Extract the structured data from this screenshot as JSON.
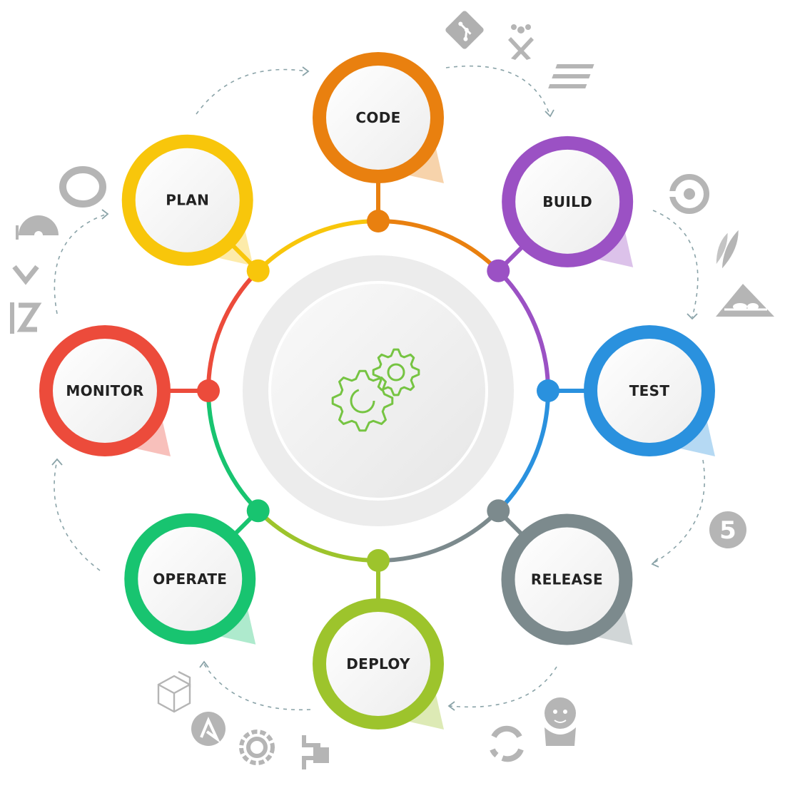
{
  "stages": [
    {
      "id": "code",
      "label": "CODE",
      "color": "#E9800F"
    },
    {
      "id": "build",
      "label": "BUILD",
      "color": "#9B51C4"
    },
    {
      "id": "test",
      "label": "TEST",
      "color": "#2A91DE"
    },
    {
      "id": "release",
      "label": "RELEASE",
      "color": "#7C8A8D"
    },
    {
      "id": "deploy",
      "label": "DEPLOY",
      "color": "#9DC42C"
    },
    {
      "id": "operate",
      "label": "OPERATE",
      "color": "#18C470"
    },
    {
      "id": "monitor",
      "label": "MONITOR",
      "color": "#EC4B3B"
    },
    {
      "id": "plan",
      "label": "PLAN",
      "color": "#F8C60B"
    }
  ],
  "center_icon": {
    "name": "gears-icon",
    "color": "#76C442"
  },
  "tool_icons": [
    {
      "name": "git-icon"
    },
    {
      "name": "jira-icon"
    },
    {
      "name": "sbt-icon"
    },
    {
      "name": "circleci-icon"
    },
    {
      "name": "maven-icon"
    },
    {
      "name": "ant-icon"
    },
    {
      "name": "selenium-icon"
    },
    {
      "name": "jenkins-icon"
    },
    {
      "name": "cycle-arrows-icon"
    },
    {
      "name": "package-icon"
    },
    {
      "name": "ansible-icon"
    },
    {
      "name": "chef-icon"
    },
    {
      "name": "connector-icon"
    },
    {
      "name": "opsview-icon"
    },
    {
      "name": "half-circle-icon"
    },
    {
      "name": "chevron-icon"
    },
    {
      "name": "nagios-icon"
    }
  ]
}
